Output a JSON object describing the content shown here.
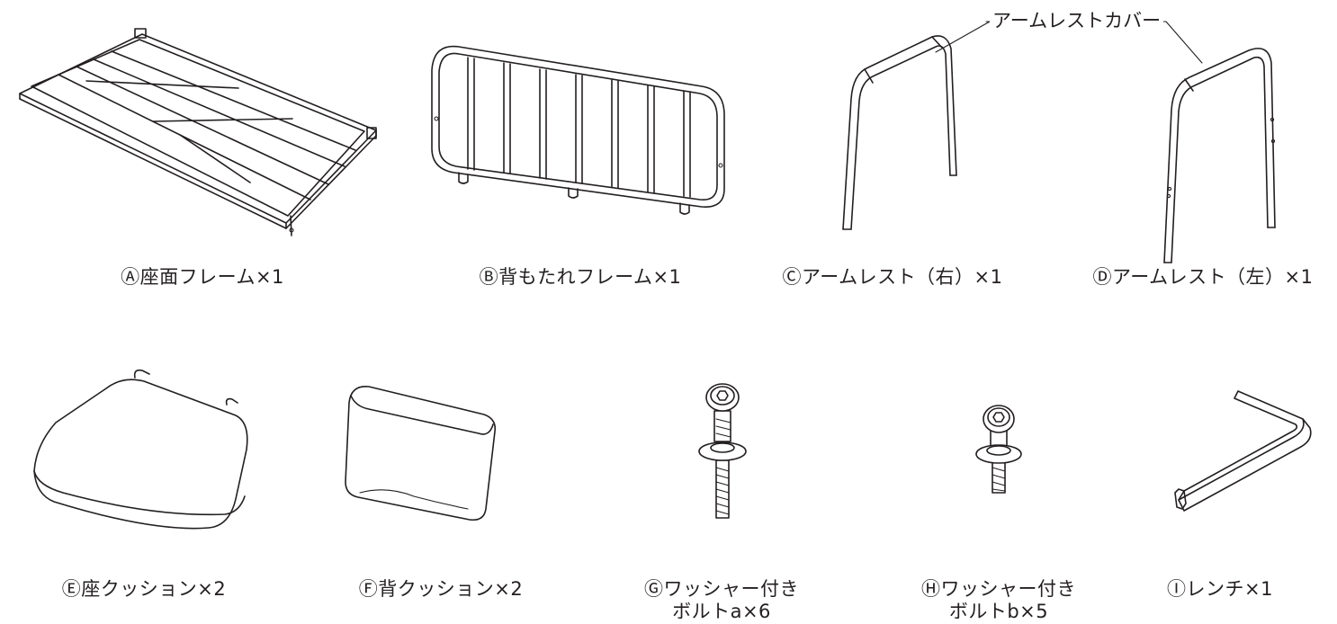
{
  "callout": {
    "armrest_cover": "アームレストカバー"
  },
  "parts": [
    {
      "label": "Ⓐ座面フレーム×1"
    },
    {
      "label": "Ⓑ背もたれフレーム×1"
    },
    {
      "label": "Ⓒアームレスト（右）×1"
    },
    {
      "label": "Ⓓアームレスト（左）×1"
    },
    {
      "label": "Ⓔ座クッション×2"
    },
    {
      "label": "Ⓕ背クッション×2"
    },
    {
      "label_line1": "Ⓖワッシャー付き",
      "label_line2": "ボルトa×6"
    },
    {
      "label_line1": "Ⓗワッシャー付き",
      "label_line2": "ボルトb×5"
    },
    {
      "label": "Ⓘレンチ×1"
    }
  ]
}
